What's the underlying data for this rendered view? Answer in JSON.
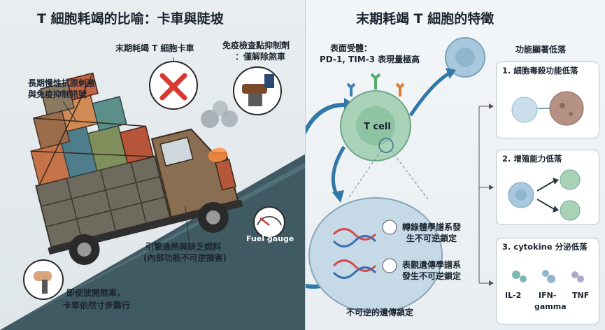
{
  "left": {
    "title": "T 細胞耗竭的比喻：卡車與陡坡",
    "truck_label": "末期耗竭 T 細胞卡車",
    "brake_label_1": "免疫檢查點抑制劑",
    "brake_label_2": "：僅解除煞車",
    "cargo_label_1": "長期慢性抗原刺激",
    "cargo_label_2": "與免疫抑制訊號",
    "engine_label_1": "引擎過熱與缺乏燃料",
    "engine_label_2": "(內部功能不可逆損害)",
    "gauge_label": "Fuel gauge",
    "release_label_1": "即使放開煞車，",
    "release_label_2": "卡車依然寸步難行"
  },
  "right": {
    "title": "末期耗竭 T 細胞的特徵",
    "receptor_label_1": "表面受體：",
    "receptor_label_2": "PD-1, TIM-3 表現量極高",
    "cell_label": "T cell",
    "function_title": "功能顯著低落",
    "box1_title": "1. 細胞毒殺功能低落",
    "box2_title": "2. 增殖能力低落",
    "box3_title": "3. cytokine 分泌低落",
    "cyto_1": "IL-2",
    "cyto_2a": "IFN-",
    "cyto_2b": "gamma",
    "cyto_3": "TNF",
    "nucleus_1a": "轉錄體學譜系發",
    "nucleus_1b": "生不可逆鎖定",
    "nucleus_2a": "表觀遺傳學譜系",
    "nucleus_2b": "發生不可逆鎖定",
    "nucleus_caption": "不可逆的遺傳鎖定"
  },
  "colors": {
    "hill": "#3f5a63",
    "cell_green": "#a9d3b8",
    "cell_blue": "#a8c9dd",
    "arrow_blue": "#2f78a8",
    "red_x": "#d83a32"
  }
}
